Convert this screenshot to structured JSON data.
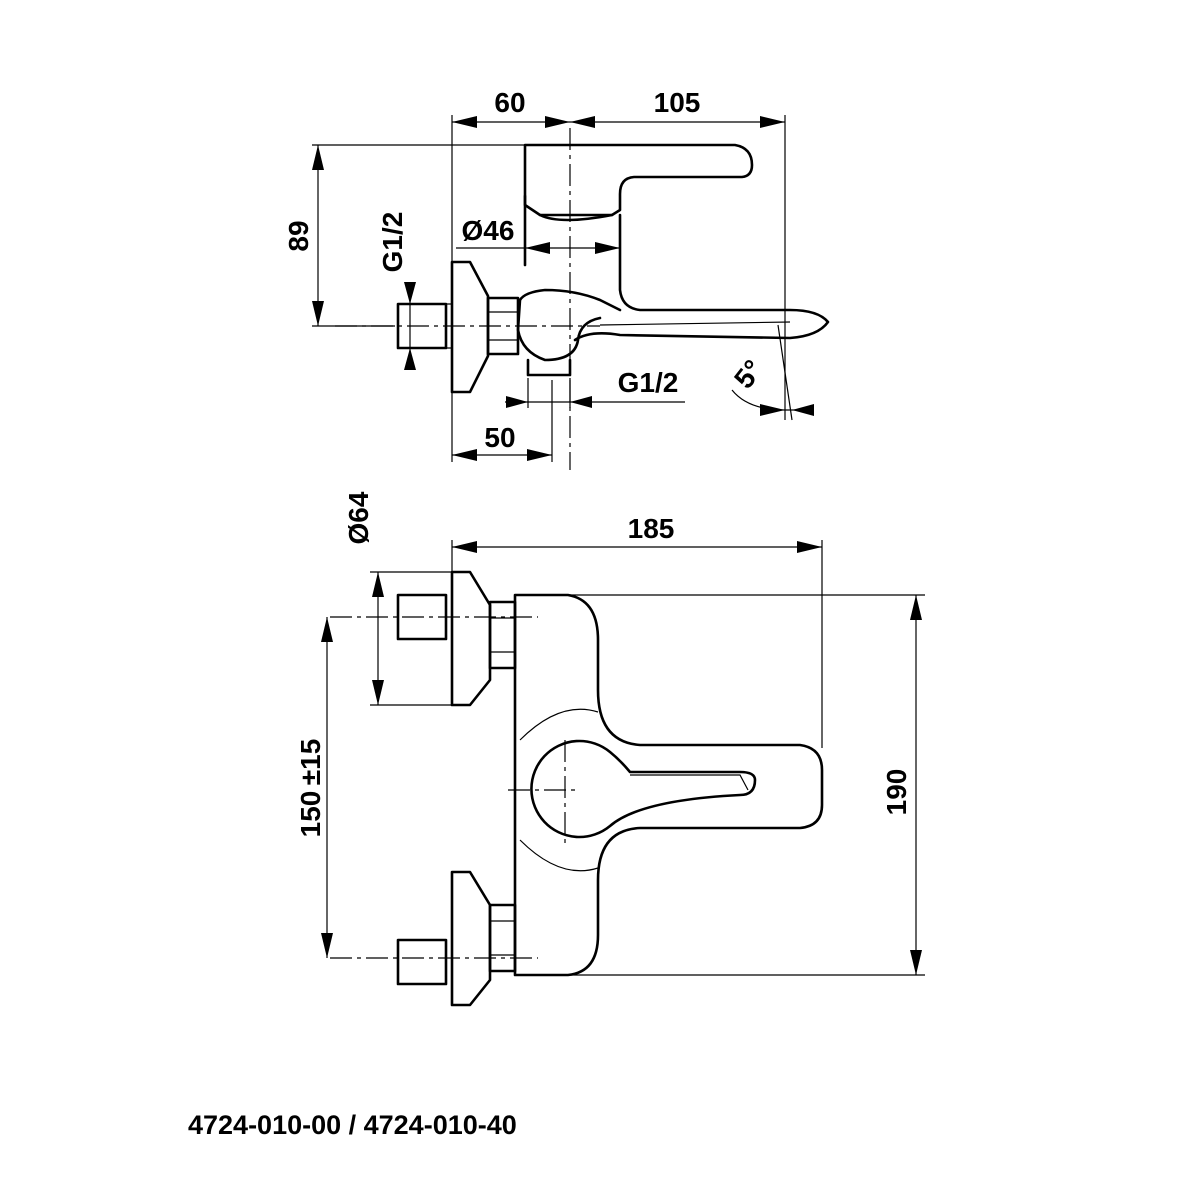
{
  "side_view": {
    "dim_width_back": "60",
    "dim_width_spout": "105",
    "dim_height": "89",
    "dim_body_diameter": "Ø46",
    "dim_inlet_thread": "G1/2",
    "dim_outlet_thread": "G1/2",
    "dim_outlet_offset": "50",
    "dim_spout_angle": "5°"
  },
  "top_view": {
    "dim_flange_diameter": "Ø64",
    "dim_total_length": "185",
    "dim_centers": "150",
    "dim_centers_tolerance": "±15",
    "dim_depth": "190"
  },
  "product_codes": "4724-010-00 / 4724-010-40"
}
